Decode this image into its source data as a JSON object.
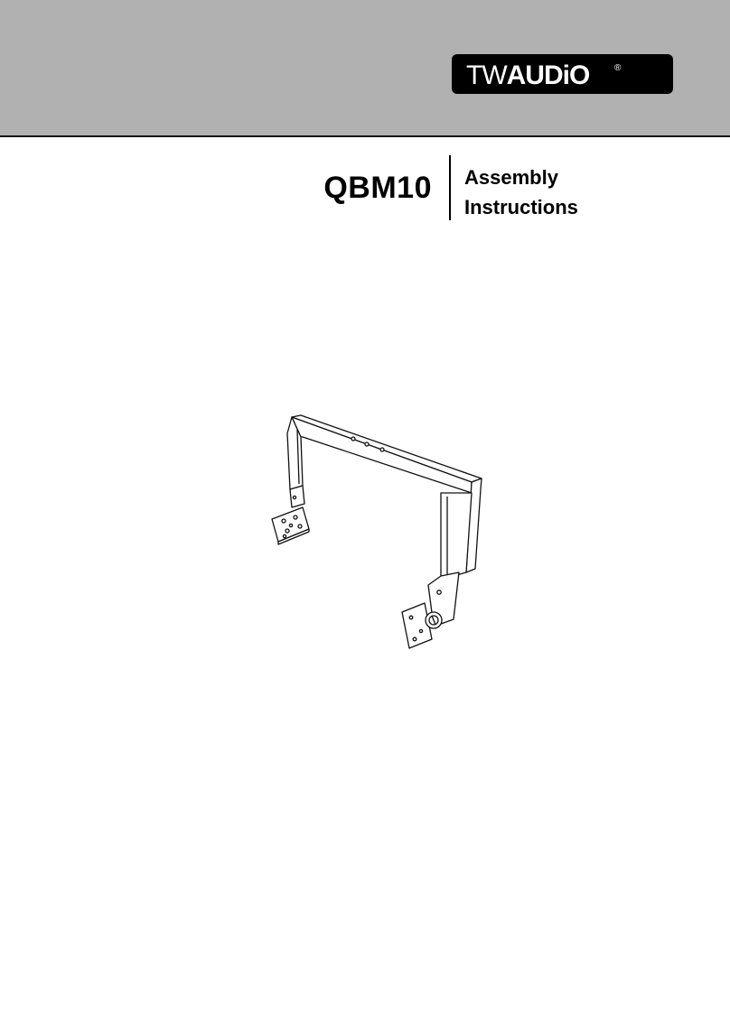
{
  "header": {
    "brand": {
      "part_light": "TW",
      "part_bold": "AUDiO",
      "mark": "®"
    }
  },
  "cover": {
    "product_code": "QBM10",
    "title_line_1": "Assembly",
    "title_line_2": "Instructions"
  },
  "colors": {
    "header_band": "#b1b1b1",
    "logo_background": "#000000",
    "logo_text": "#ffffff",
    "text": "#000000"
  }
}
